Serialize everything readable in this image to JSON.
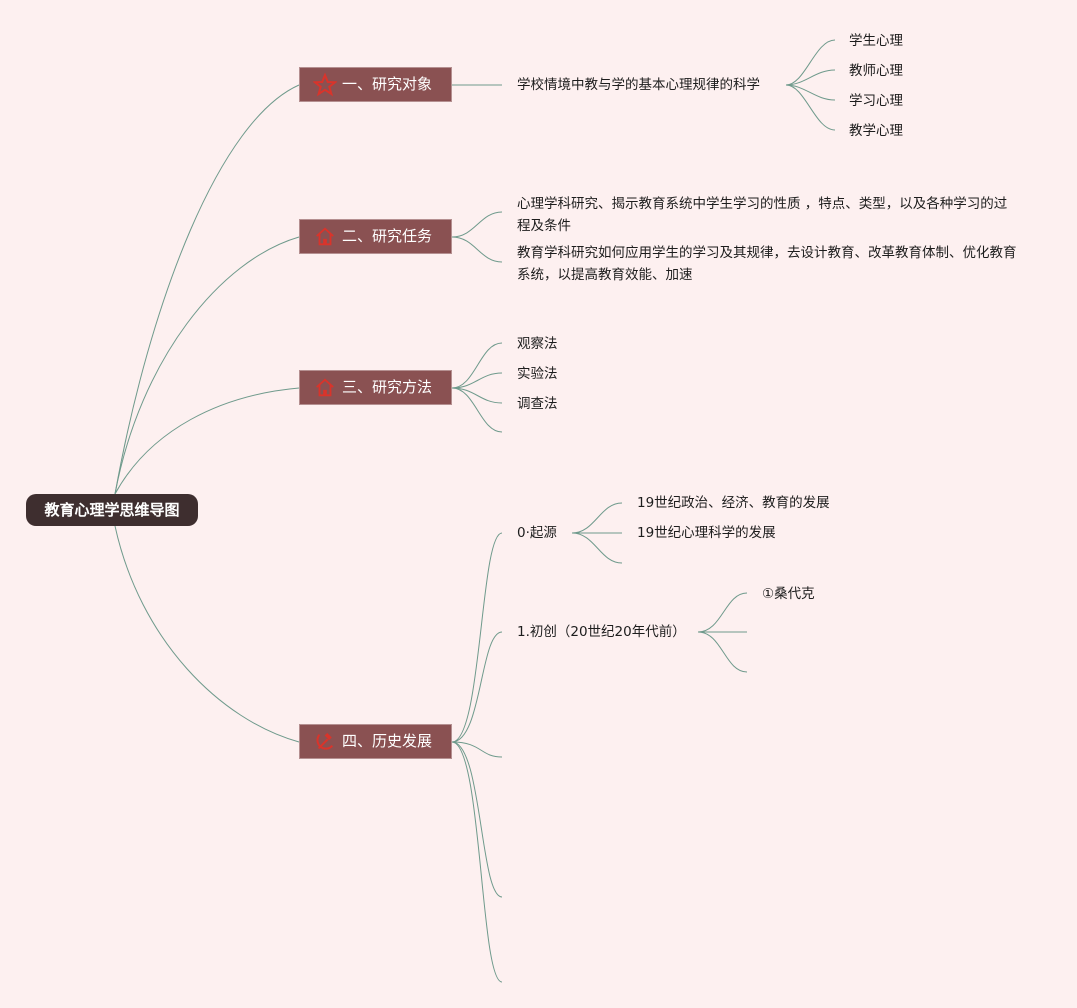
{
  "root": {
    "label": "教育心理学思维导图"
  },
  "branches": [
    {
      "label": "一、研究对象",
      "icon": "star-icon",
      "definition": "学校情境中教与学的基本心理规律的科学",
      "items": [
        "学生心理",
        "教师心理",
        "学习心理",
        "教学心理"
      ]
    },
    {
      "label": "二、研究任务",
      "icon": "home-icon",
      "items": [
        "心理学科研究、揭示教育系统中学生学习的性质 ，特点、类型，以及各种学习的过程及条件",
        "教育学科研究如何应用学生的学习及其规律，去设计教育、改革教育体制、优化教育系统，以提高教育效能、加速"
      ]
    },
    {
      "label": "三、研究方法",
      "icon": "home-icon",
      "items": [
        "观察法",
        "实验法",
        "调查法"
      ]
    },
    {
      "label": "四、历史发展",
      "icon": "hammer-sickle-icon",
      "stages": [
        {
          "label": "0·起源",
          "items": [
            "19世纪政治、经济、教育的发展",
            "19世纪心理科学的发展"
          ]
        },
        {
          "label": "1.初创（20世纪20年代前）",
          "items": [
            "①桑代克"
          ]
        }
      ]
    }
  ],
  "colors": {
    "background": "#fdf0f0",
    "root_fill": "#3e2e2f",
    "branch_fill": "#8a5152",
    "connector": "#6f9a8c",
    "icon_red": "#d9342b"
  }
}
